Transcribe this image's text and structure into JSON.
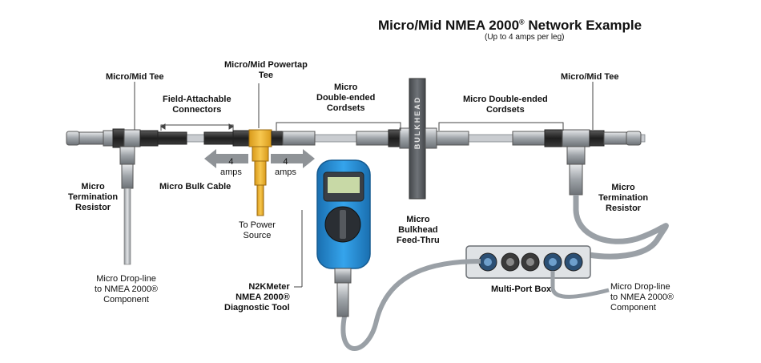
{
  "title": {
    "main": "Micro/Mid NMEA 2000",
    "reg": "®",
    "suffix": " Network Example"
  },
  "subtitle": "(Up to 4 amps per leg)",
  "labels": {
    "micro_mid_tee_left": "Micro/Mid Tee",
    "micro_mid_powertap": [
      "Micro/Mid Powertap",
      "Tee"
    ],
    "field_attachable": [
      "Field-Attachable",
      "Connectors"
    ],
    "micro_double_ended_left": [
      "Micro",
      "Double-ended",
      "Cordsets"
    ],
    "micro_double_ended_right": [
      "Micro Double-ended",
      "Cordsets"
    ],
    "micro_mid_tee_right": "Micro/Mid Tee",
    "term_resistor_left": [
      "Micro",
      "Termination",
      "Resistor"
    ],
    "term_resistor_right": [
      "Micro",
      "Termination",
      "Resistor"
    ],
    "micro_bulk_cable": "Micro Bulk Cable",
    "amps_left": [
      "4",
      "amps"
    ],
    "amps_right": [
      "4",
      "amps"
    ],
    "to_power_source": [
      "To Power",
      "Source"
    ],
    "bulkhead_feedthru": [
      "Micro",
      "Bulkhead",
      "Feed-Thru"
    ],
    "bulkhead_word": "BULKHEAD",
    "drop_line_left": [
      "Micro Drop-line",
      "to NMEA 2000®",
      "Component"
    ],
    "n2kmeter": [
      "N2KMeter",
      "NMEA 2000®",
      "Diagnostic Tool"
    ],
    "multi_port_box": "Multi-Port Box",
    "drop_line_right": [
      "Micro Drop-line",
      "to NMEA 2000®",
      "Component"
    ]
  },
  "colors": {
    "connector_gray": "#9aa0a6",
    "connector_dark": "#2b2b2b",
    "powertap_yellow": "#f2b736",
    "meter_blue": "#1f8fd8",
    "bulkhead_gray": "#5e6166",
    "cable_gray": "#cfd2d6"
  }
}
